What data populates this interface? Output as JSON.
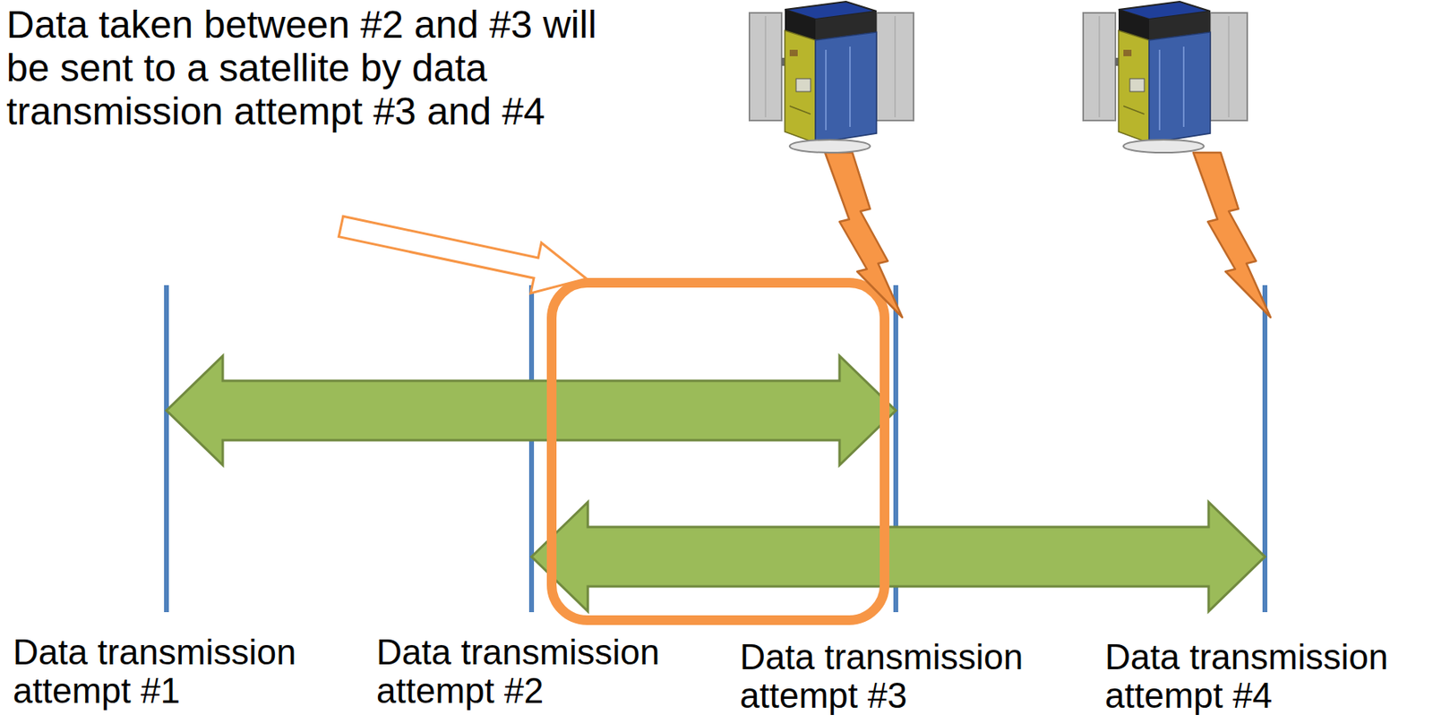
{
  "diagram": {
    "labels": [
      "Data taken between #2 and #3 will be sent to a satellite by data transmission attempt #3 and #4",
      "Data transmission attempt #1",
      "Data transmission attempt #2",
      "Data transmission attempt #3",
      "Data transmission attempt #4"
    ]
  }
}
